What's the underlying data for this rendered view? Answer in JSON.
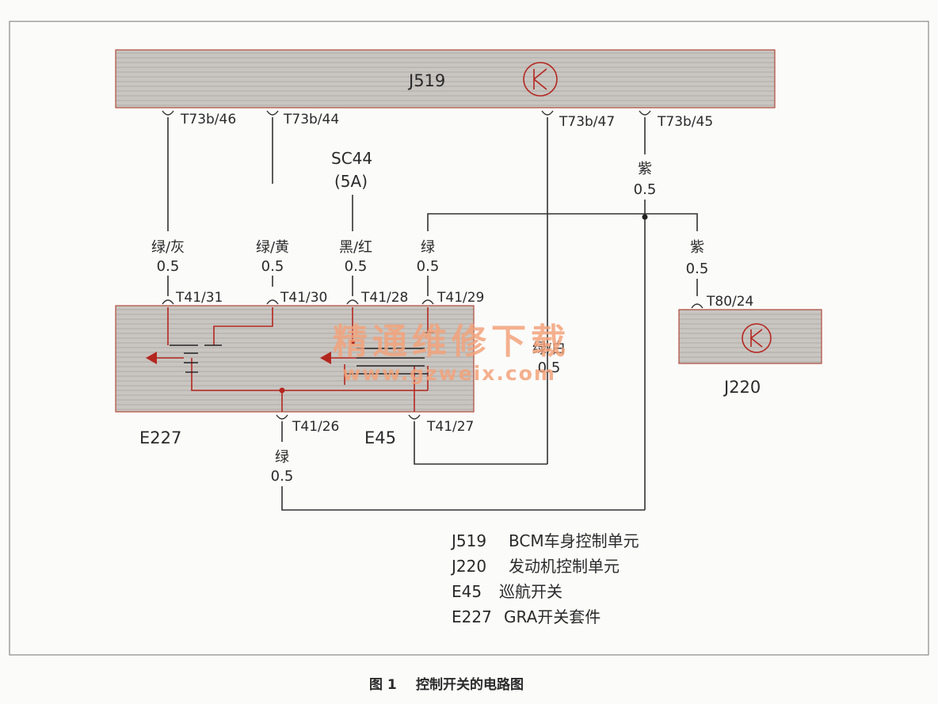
{
  "modules": {
    "j519": "J519",
    "j220": "J220",
    "e227": "E227",
    "e45": "E45"
  },
  "fuse": {
    "name": "SC44",
    "rating": "(5A)"
  },
  "pins": {
    "t73b_46": "T73b/46",
    "t73b_44": "T73b/44",
    "t73b_47": "T73b/47",
    "t73b_45": "T73b/45",
    "t41_31": "T41/31",
    "t41_30": "T41/30",
    "t41_28": "T41/28",
    "t41_29": "T41/29",
    "t41_26": "T41/26",
    "t41_27": "T41/27",
    "t80_24": "T80/24"
  },
  "wires": {
    "green_gray": {
      "color": "绿/灰",
      "size": "0.5"
    },
    "green_yellow": {
      "color": "绿/黄",
      "size": "0.5"
    },
    "black_red": {
      "color": "黑/红",
      "size": "0.5"
    },
    "green_29": {
      "color": "绿",
      "size": "0.5"
    },
    "purple_top": {
      "color": "紫",
      "size": "0.5"
    },
    "purple_j220": {
      "color": "紫",
      "size": "0.5"
    },
    "green_white": {
      "color": "绿/白",
      "size": "0.5"
    },
    "green_26": {
      "color": "绿",
      "size": "0.5"
    }
  },
  "legend": [
    {
      "code": "J519",
      "desc": "BCM车身控制单元"
    },
    {
      "code": "J220",
      "desc": "发动机控制单元"
    },
    {
      "code": "E45",
      "desc": "巡航开关"
    },
    {
      "code": "E227",
      "desc": "GRA开关套件"
    }
  ],
  "watermark": {
    "cn": "精通维修下载",
    "url": "www.gzweix.com"
  },
  "caption": {
    "prefix": "图 1",
    "title": "控制开关的电路图"
  },
  "colors": {
    "module_fill": "#c7c3bf",
    "switch_red": "#b4271f",
    "watermark": "#f2a27a"
  }
}
